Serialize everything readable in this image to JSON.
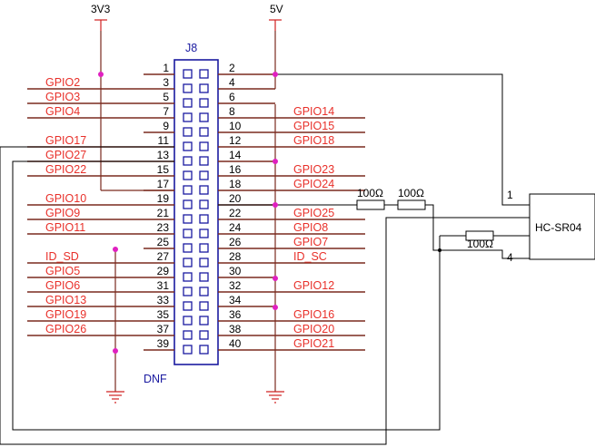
{
  "header": {
    "part_ref": "J8",
    "part_note": "DNF",
    "rail_3v3": "3V3",
    "rail_5v": "5V"
  },
  "connector": {
    "pins": [
      {
        "left": "1",
        "right": "2",
        "left_label": "",
        "right_label": ""
      },
      {
        "left": "3",
        "right": "4",
        "left_label": "GPIO2",
        "right_label": ""
      },
      {
        "left": "5",
        "right": "6",
        "left_label": "GPIO3",
        "right_label": ""
      },
      {
        "left": "7",
        "right": "8",
        "left_label": "GPIO4",
        "right_label": "GPIO14"
      },
      {
        "left": "9",
        "right": "10",
        "left_label": "",
        "right_label": "GPIO15"
      },
      {
        "left": "11",
        "right": "12",
        "left_label": "GPIO17",
        "right_label": "GPIO18"
      },
      {
        "left": "13",
        "right": "14",
        "left_label": "GPIO27",
        "right_label": ""
      },
      {
        "left": "15",
        "right": "16",
        "left_label": "GPIO22",
        "right_label": "GPIO23"
      },
      {
        "left": "17",
        "right": "18",
        "left_label": "",
        "right_label": "GPIO24"
      },
      {
        "left": "19",
        "right": "20",
        "left_label": "GPIO10",
        "right_label": ""
      },
      {
        "left": "21",
        "right": "22",
        "left_label": "GPIO9",
        "right_label": "GPIO25"
      },
      {
        "left": "23",
        "right": "24",
        "left_label": "GPIO11",
        "right_label": "GPIO8"
      },
      {
        "left": "25",
        "right": "26",
        "left_label": "",
        "right_label": "GPIO7"
      },
      {
        "left": "27",
        "right": "28",
        "left_label": "ID_SD",
        "right_label": "ID_SC"
      },
      {
        "left": "29",
        "right": "30",
        "left_label": "GPIO5",
        "right_label": ""
      },
      {
        "left": "31",
        "right": "32",
        "left_label": "GPIO6",
        "right_label": "GPIO12"
      },
      {
        "left": "33",
        "right": "34",
        "left_label": "GPIO13",
        "right_label": ""
      },
      {
        "left": "35",
        "right": "36",
        "left_label": "GPIO19",
        "right_label": "GPIO16"
      },
      {
        "left": "37",
        "right": "38",
        "left_label": "GPIO26",
        "right_label": "GPIO20"
      },
      {
        "left": "39",
        "right": "40",
        "left_label": "",
        "right_label": "GPIO21"
      }
    ]
  },
  "resistors": {
    "r1": "100Ω",
    "r2": "100Ω",
    "r3": "100Ω"
  },
  "sensor": {
    "name": "HC-SR04",
    "pin_top": "1",
    "pin_bottom": "4"
  },
  "colors": {
    "label": "#e8302a",
    "refdes": "#1a1aa0",
    "pin_line": "#7a2a1e",
    "rail": "#d02020",
    "junction": "#e020c0"
  }
}
